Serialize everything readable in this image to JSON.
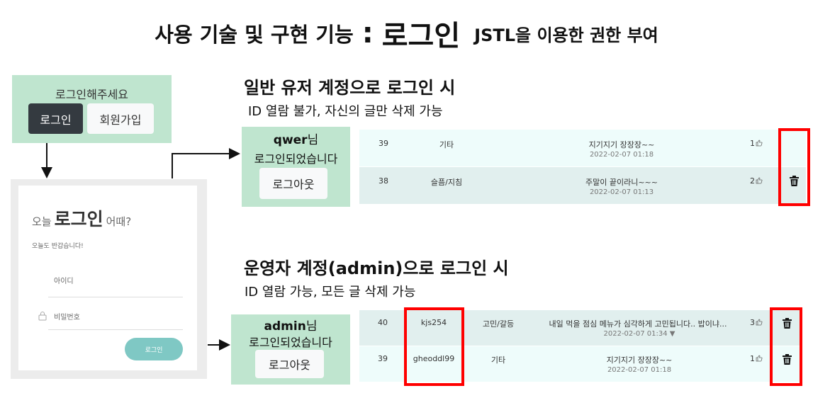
{
  "title": {
    "main": "사용 기술 및 구현 기능",
    "colon": ":",
    "feature": "로그인",
    "detail": "JSTL을 이용한 권한 부여"
  },
  "prompt_box": {
    "message": "로그인해주세요",
    "login_label": "로그인",
    "join_label": "회원가입"
  },
  "login_form": {
    "title_pre": "오늘",
    "title_main": "로그인",
    "title_post": "어때?",
    "subtitle": "오늘도 반갑습니다!",
    "id_placeholder": "아이디",
    "pw_placeholder": "비밀번호",
    "submit_label": "로그인"
  },
  "user_section": {
    "heading": "일반 유저 계정으로 로그인 시",
    "desc": "ID 열람 불가, 자신의 글만 삭제 가능",
    "username": "qwer",
    "suffix": "님",
    "logged_msg": "로그인되었습니다",
    "logout_label": "로그아웃",
    "rows": [
      {
        "no": "39",
        "category": "기타",
        "title": "지기지기 장장장~~",
        "date": "2022-02-07 01:18",
        "likes": "1"
      },
      {
        "no": "38",
        "category": "슬픔/지침",
        "title": "주말이 끝이라니~~~",
        "date": "2022-02-07 01:13",
        "likes": "2"
      }
    ]
  },
  "admin_section": {
    "heading": "운영자 계정(admin)으로 로그인 시",
    "desc": "ID 열람 가능, 모든 글 삭제 가능",
    "username": "admin",
    "suffix": "님",
    "logged_msg": "로그인되었습니다",
    "logout_label": "로그아웃",
    "rows": [
      {
        "no": "40",
        "writer": "kjs254",
        "category": "고민/갈등",
        "title": "내일 먹을 점심 메뉴가 심각하게 고민됩니다.. 밥이냐...",
        "date": "2022-02-07 01:34 ▼",
        "likes": "3"
      },
      {
        "no": "39",
        "writer": "gheoddl99",
        "category": "기타",
        "title": "지기지기 장장장~~",
        "date": "2022-02-07 01:18",
        "likes": "1"
      }
    ]
  },
  "colors": {
    "mint": "#bfe5cf",
    "row_light": "#eefcfb",
    "row_dark": "#e1efee",
    "highlight": "#ff0000",
    "teal_button": "#7fc8c4"
  }
}
